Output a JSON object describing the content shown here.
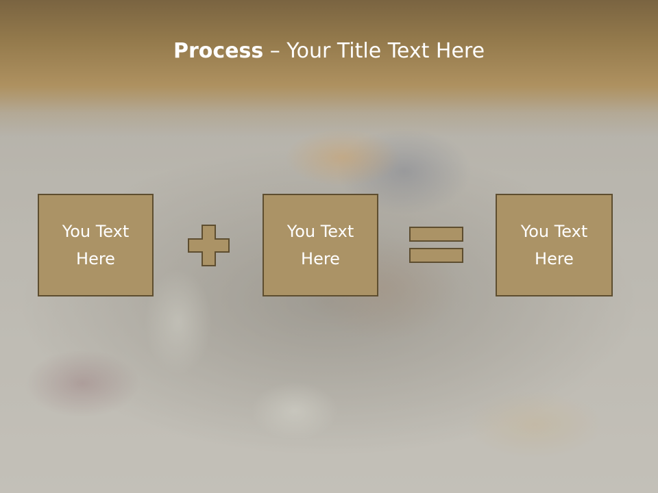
{
  "slide": {
    "title_bold": "Process",
    "title_dash": " – ",
    "title_rest": "Your Title Text Here"
  },
  "boxes": [
    {
      "label": "You Text\nHere"
    },
    {
      "label": "You Text\nHere"
    },
    {
      "label": "You Text\nHere"
    }
  ],
  "operators": {
    "first": "plus-icon",
    "second": "equals-icon"
  },
  "colors": {
    "accent": "#ab9366",
    "border": "#5d4d2f",
    "title_band": "#947a4c",
    "text": "#ffffff"
  }
}
